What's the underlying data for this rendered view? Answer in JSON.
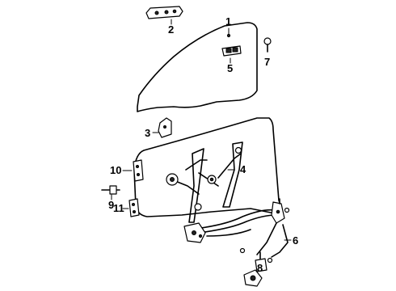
{
  "diagram": {
    "callouts": [
      {
        "id": "c1",
        "label": "1"
      },
      {
        "id": "c2",
        "label": "2"
      },
      {
        "id": "c3",
        "label": "3"
      },
      {
        "id": "c4",
        "label": "4"
      },
      {
        "id": "c5",
        "label": "5"
      },
      {
        "id": "c6",
        "label": "6"
      },
      {
        "id": "c7",
        "label": "7"
      },
      {
        "id": "c8",
        "label": "8"
      },
      {
        "id": "c9",
        "label": "9"
      },
      {
        "id": "c10",
        "label": "10"
      },
      {
        "id": "c11",
        "label": "11"
      }
    ],
    "colors": {
      "line": "#000000",
      "background": "#ffffff"
    }
  }
}
